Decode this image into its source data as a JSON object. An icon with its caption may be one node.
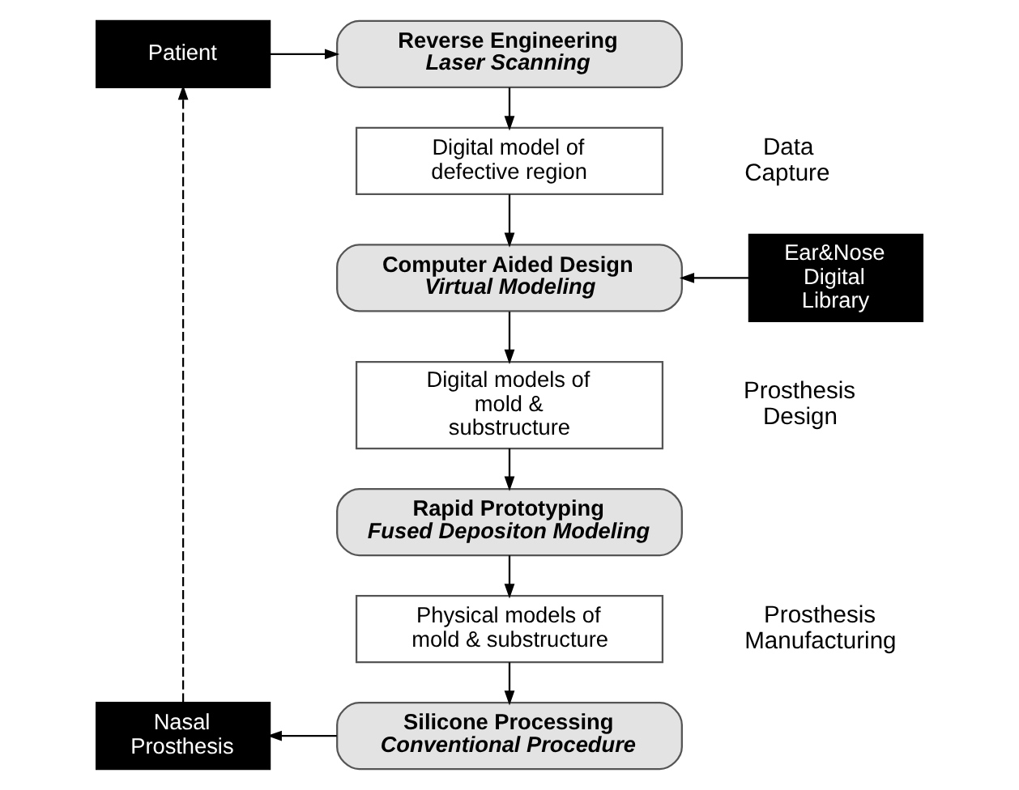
{
  "diagram": {
    "nodes": [
      {
        "text": [
          "Patient"
        ]
      },
      {
        "text": [
          "Reverse Engineering",
          "Laser Scanning"
        ]
      },
      {
        "text": [
          "Digital model of defective region"
        ]
      },
      {
        "text": [
          "Ear&Nose Digital Library"
        ]
      },
      {
        "text": [
          "Computer Aided Design",
          "Virtual Modeling"
        ]
      },
      {
        "text": [
          "Digital models of mold & substructure"
        ]
      },
      {
        "text": [
          "Rapid Prototyping",
          "Fused Depositon Modeling"
        ]
      },
      {
        "text": [
          "Physical models of mold & substructure"
        ]
      },
      {
        "text": [
          "Nasal Prosthesis"
        ]
      },
      {
        "text": [
          "Silicone Processing",
          "Conventional Procedure"
        ]
      }
    ],
    "edges": [
      {
        "from": 0,
        "to": 1,
        "arrow": "to"
      },
      {
        "from": 1,
        "to": 2,
        "arrow": "to"
      },
      {
        "from": 2,
        "to": 4,
        "arrow": "to"
      },
      {
        "from": 3,
        "to": 4,
        "arrow": "to"
      },
      {
        "from": 4,
        "to": 5,
        "arrow": "to"
      },
      {
        "from": 5,
        "to": 6,
        "arrow": "to"
      },
      {
        "from": 6,
        "to": 7,
        "arrow": "to"
      },
      {
        "from": 7,
        "to": 9,
        "arrow": "to"
      },
      {
        "from": 9,
        "to": 8,
        "arrow": "to"
      },
      {
        "from": 8,
        "to": 0,
        "arrow": "to",
        "style": "dashed"
      }
    ],
    "labels": [
      "Data Capture",
      "Prosthesis Design",
      "Prosthesis Manufacturing"
    ]
  }
}
